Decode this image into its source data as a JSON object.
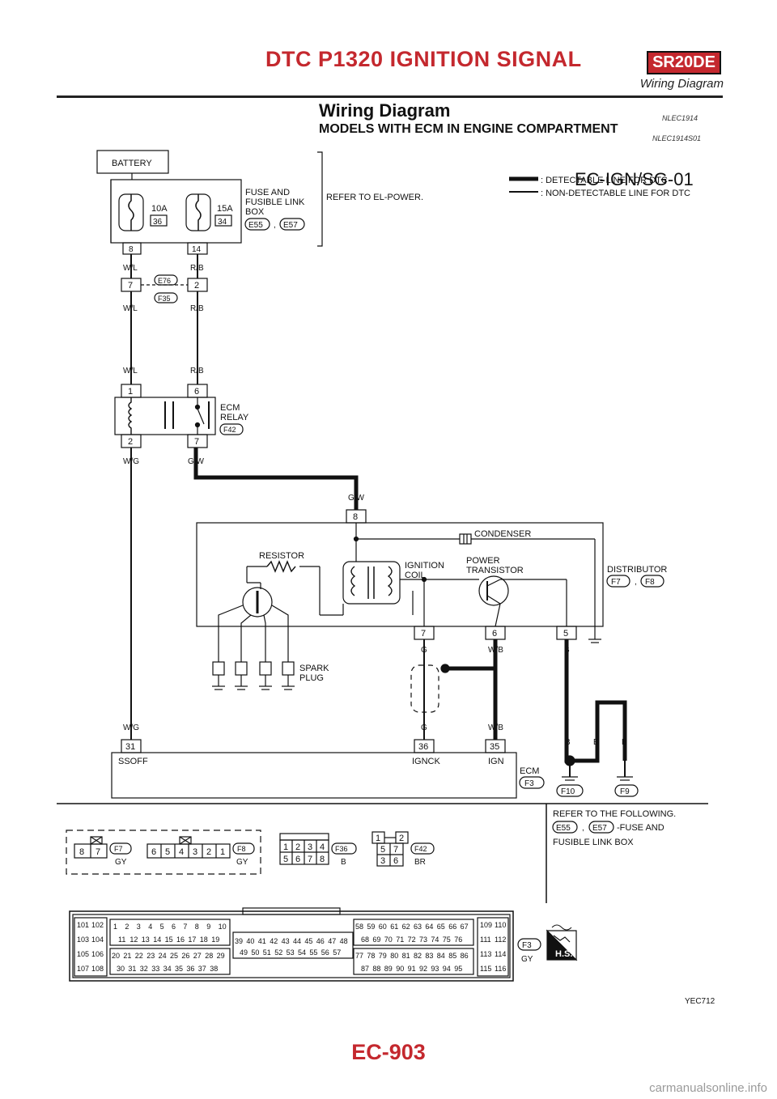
{
  "header": {
    "title": "DTC P1320 IGNITION SIGNAL",
    "badge": "SR20DE",
    "subtitle": "Wiring Diagram"
  },
  "section": {
    "title": "Wiring Diagram",
    "code": "NLEC1914",
    "subtitle": "MODELS WITH ECM IN ENGINE COMPARTMENT",
    "subcode": "NLEC1914S01"
  },
  "diagram": {
    "id": "EC-IGN/SG-01",
    "legend": {
      "detectable": ": DETECTABLE LINE FOR DTC",
      "non_detectable": ": NON-DETECTABLE LINE FOR DTC"
    },
    "battery": "BATTERY",
    "fuse_box": {
      "label1": "FUSE AND",
      "label2": "FUSIBLE LINK",
      "label3": "BOX",
      "conn1": "E55",
      "comma": ",",
      "conn2": "E57",
      "fuse1_rating": "10A",
      "fuse1_no": "36",
      "fuse2_rating": "15A",
      "fuse2_no": "34",
      "pin1": "8",
      "pin2": "14",
      "refer": "REFER TO EL-POWER."
    },
    "joint": {
      "pin1": "7",
      "pin2": "2",
      "conn_top": "E76",
      "conn_bottom": "F35"
    },
    "wire_colors": {
      "wl": "W/L",
      "rb": "R/B",
      "wg": "W/G",
      "gw": "G/W",
      "g": "G",
      "wb": "W/B",
      "b": "B"
    },
    "ecm_relay": {
      "label1": "ECM",
      "label2": "RELAY",
      "conn": "F42",
      "pin1": "1",
      "pin6": "6",
      "pin2": "2",
      "pin7": "7"
    },
    "distributor": {
      "label": "DISTRIBUTOR",
      "conn1": "F7",
      "comma": ",",
      "conn2": "F8",
      "pin8": "8",
      "pin7": "7",
      "pin6": "6",
      "pin5": "5",
      "condenser": "CONDENSER",
      "resistor": "RESISTOR",
      "coil1": "IGNITION",
      "coil2": "COIL",
      "transistor1": "POWER",
      "transistor2": "TRANSISTOR",
      "spark1": "SPARK",
      "spark2": "PLUG"
    },
    "ecm": {
      "label": "ECM",
      "conn": "F3",
      "pin31": "31",
      "pin36": "36",
      "pin35": "35",
      "ssoff": "SSOFF",
      "ignck": "IGNCK",
      "ign": "IGN",
      "gnd1": "F10",
      "gnd2": "F9"
    },
    "refer_following": {
      "line1": "REFER TO THE FOLLOWING.",
      "conn1": "E55",
      "comma": ",",
      "conn2": "E57",
      "suffix": "-FUSE AND",
      "line3": "FUSIBLE LINK BOX"
    },
    "connectors": {
      "f7": {
        "id": "F7",
        "color": "GY",
        "pins": [
          "8",
          "7"
        ]
      },
      "f8": {
        "id": "F8",
        "color": "GY",
        "pins": [
          "6",
          "5",
          "4",
          "3",
          "2",
          "1"
        ]
      },
      "f36": {
        "id": "F36",
        "color": "B",
        "pins_top": [
          "1",
          "2",
          "3",
          "4"
        ],
        "pins_bottom": [
          "5",
          "6",
          "7",
          "8"
        ]
      },
      "f42": {
        "id": "F42",
        "color": "BR",
        "pins_top": [
          "1",
          "2"
        ],
        "pins_mid": [
          "5",
          "7"
        ],
        "pins_bottom": [
          "3",
          "6"
        ]
      },
      "f3": {
        "id": "F3",
        "color": "GY",
        "hs": "H.S.",
        "left_block": [
          [
            "101",
            "102"
          ],
          [
            "103",
            "104"
          ],
          [
            "105",
            "106"
          ],
          [
            "107",
            "108"
          ]
        ],
        "row1": [
          "1",
          "2",
          "3",
          "4",
          "5",
          "6",
          "7",
          "8",
          "9",
          "10"
        ],
        "row2": [
          "11",
          "12",
          "13",
          "14",
          "15",
          "16",
          "17",
          "18",
          "19"
        ],
        "row3": [
          "20",
          "21",
          "22",
          "23",
          "24",
          "25",
          "26",
          "27",
          "28",
          "29"
        ],
        "row4": [
          "30",
          "31",
          "32",
          "33",
          "34",
          "35",
          "36",
          "37",
          "38"
        ],
        "mid_top": [
          "39",
          "40",
          "41",
          "42",
          "43",
          "44",
          "45",
          "46",
          "47",
          "48"
        ],
        "mid_bottom": [
          "49",
          "50",
          "51",
          "52",
          "53",
          "54",
          "55",
          "56",
          "57"
        ],
        "r1": [
          "58",
          "59",
          "60",
          "61",
          "62",
          "63",
          "64",
          "65",
          "66",
          "67"
        ],
        "r2": [
          "68",
          "69",
          "70",
          "71",
          "72",
          "73",
          "74",
          "75",
          "76"
        ],
        "r3": [
          "77",
          "78",
          "79",
          "80",
          "81",
          "82",
          "83",
          "84",
          "85",
          "86"
        ],
        "r4": [
          "87",
          "88",
          "89",
          "90",
          "91",
          "92",
          "93",
          "94",
          "95"
        ],
        "right_block": [
          [
            "109",
            "110"
          ],
          [
            "111",
            "112"
          ],
          [
            "113",
            "114"
          ],
          [
            "115",
            "116"
          ]
        ]
      }
    },
    "figure_id": "YEC712"
  },
  "footer": {
    "page": "EC-903"
  },
  "watermark": "carmanualsonline.info"
}
